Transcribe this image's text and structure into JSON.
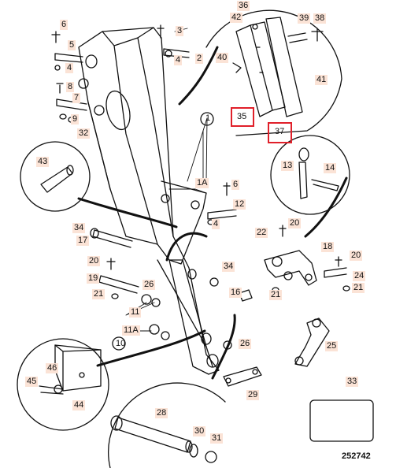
{
  "callouts": {
    "c1": "1",
    "c1A": "1A",
    "c2": "2",
    "c3": "3",
    "c4a": "4",
    "c4b": "4",
    "c4c": "4",
    "c5": "5",
    "c6a": "6",
    "c6b": "6",
    "c7": "7",
    "c8": "8",
    "c9": "9",
    "c10": "10",
    "c11": "11",
    "c11A": "11A",
    "c12": "12",
    "c13": "13",
    "c14": "14",
    "c16": "16",
    "c17": "17",
    "c18": "18",
    "c19": "19",
    "c20a": "20",
    "c20b": "20",
    "c20c": "20",
    "c21a": "21",
    "c21b": "21",
    "c21c": "21",
    "c22": "22",
    "c24": "24",
    "c25": "25",
    "c26a": "26",
    "c26b": "26",
    "c28": "28",
    "c29": "29",
    "c30": "30",
    "c31": "31",
    "c32": "32",
    "c33": "33",
    "c34a": "34",
    "c34b": "34",
    "c35": "35",
    "c36": "36",
    "c37": "37",
    "c38": "38",
    "c39": "39",
    "c40": "40",
    "c41": "41",
    "c42": "42",
    "c43": "43",
    "c44": "44",
    "c45": "45",
    "c46": "46"
  },
  "reference_number": "252742",
  "highlight_color": "#e0202a"
}
